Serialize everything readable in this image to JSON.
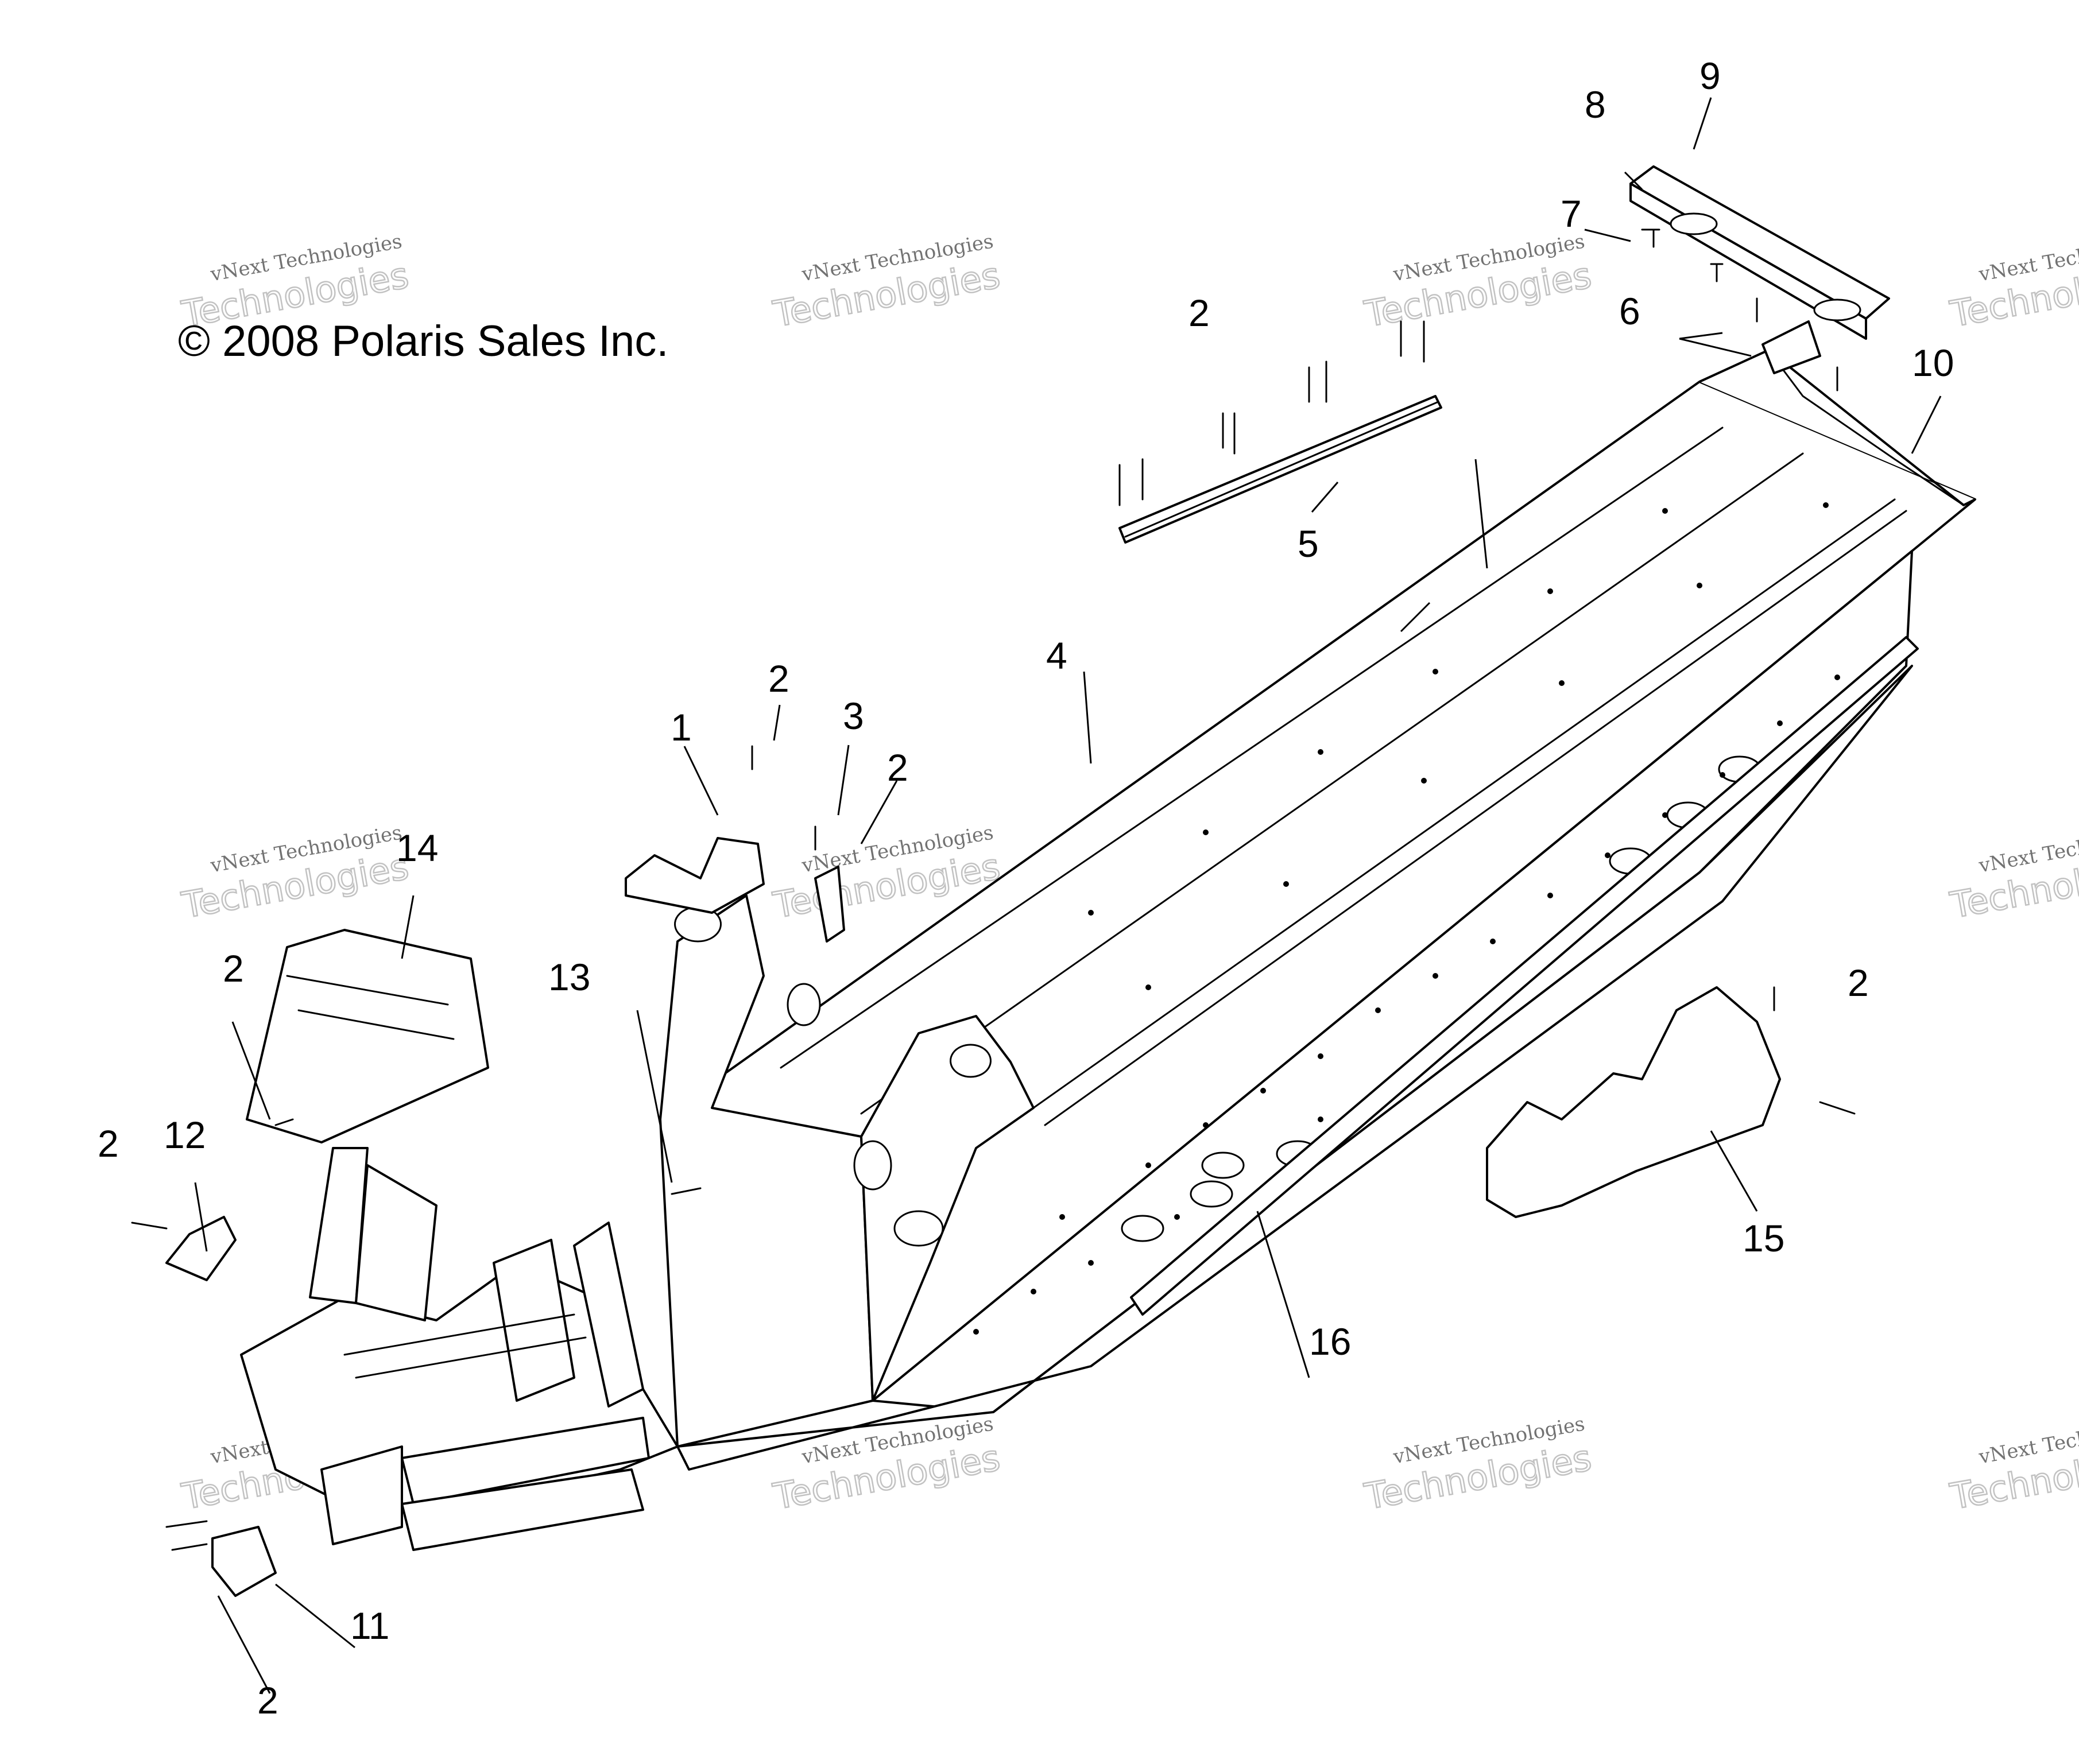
{
  "copyright": "© 2008 Polaris Sales Inc.",
  "watermark": {
    "brand": "vNext Technologies",
    "big": "vNext",
    "big2": "Technologies"
  },
  "callouts": [
    {
      "id": "c1",
      "label": "1"
    },
    {
      "id": "c2a",
      "label": "2"
    },
    {
      "id": "c2b",
      "label": "2"
    },
    {
      "id": "c2c",
      "label": "2"
    },
    {
      "id": "c2d",
      "label": "2"
    },
    {
      "id": "c2e",
      "label": "2"
    },
    {
      "id": "c2f",
      "label": "2"
    },
    {
      "id": "c2g",
      "label": "2"
    },
    {
      "id": "c3",
      "label": "3"
    },
    {
      "id": "c4",
      "label": "4"
    },
    {
      "id": "c5",
      "label": "5"
    },
    {
      "id": "c6",
      "label": "6"
    },
    {
      "id": "c7",
      "label": "7"
    },
    {
      "id": "c8",
      "label": "8"
    },
    {
      "id": "c9",
      "label": "9"
    },
    {
      "id": "c10",
      "label": "10"
    },
    {
      "id": "c11",
      "label": "11"
    },
    {
      "id": "c12",
      "label": "12"
    },
    {
      "id": "c13",
      "label": "13"
    },
    {
      "id": "c14",
      "label": "14"
    },
    {
      "id": "c15",
      "label": "15"
    },
    {
      "id": "c16",
      "label": "16"
    }
  ]
}
